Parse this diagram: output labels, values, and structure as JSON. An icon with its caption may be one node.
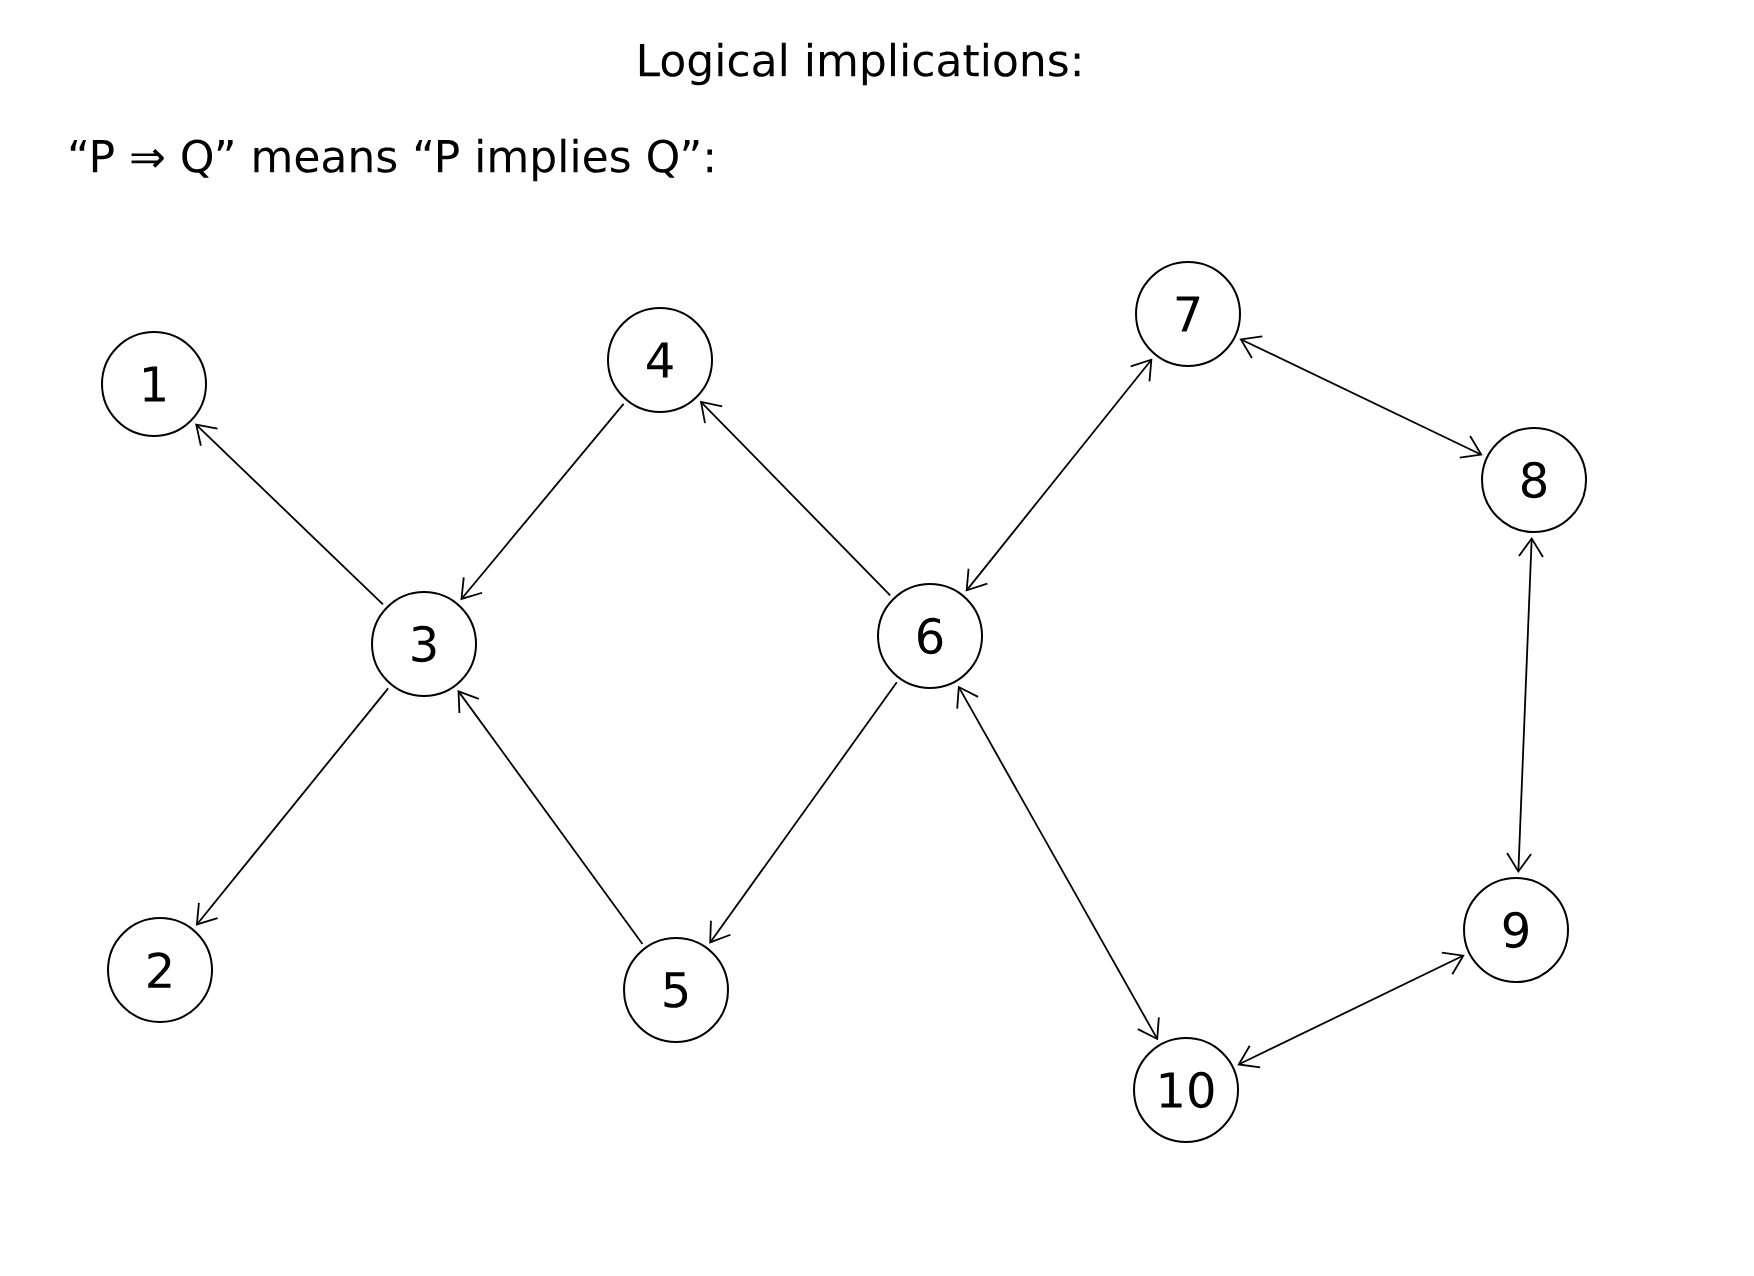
{
  "diagram": {
    "title": "Logical implications:",
    "nodes": [
      {
        "text": [
          "1"
        ]
      },
      {
        "text": [
          "2"
        ]
      },
      {
        "text": [
          "3"
        ]
      },
      {
        "text": [
          "4"
        ]
      },
      {
        "text": [
          "5"
        ]
      },
      {
        "text": [
          "6"
        ]
      },
      {
        "text": [
          "7"
        ]
      },
      {
        "text": [
          "8"
        ]
      },
      {
        "text": [
          "9"
        ]
      },
      {
        "text": [
          "10"
        ]
      }
    ],
    "edges": [
      {
        "from": 2,
        "to": 0,
        "arrow": "to"
      },
      {
        "from": 3,
        "to": 2,
        "arrow": "to"
      },
      {
        "from": 2,
        "to": 1,
        "arrow": "to"
      },
      {
        "from": 4,
        "to": 2,
        "arrow": "to"
      },
      {
        "from": 5,
        "to": 3,
        "arrow": "to"
      },
      {
        "from": 5,
        "to": 4,
        "arrow": "to"
      },
      {
        "from": 5,
        "to": 6,
        "arrow": "both"
      },
      {
        "from": 6,
        "to": 7,
        "arrow": "both"
      },
      {
        "from": 7,
        "to": 8,
        "arrow": "both"
      },
      {
        "from": 8,
        "to": 9,
        "arrow": "both"
      },
      {
        "from": 5,
        "to": 9,
        "arrow": "both"
      }
    ],
    "labels": [
      "“P ⇒ Q” means “P implies Q”:"
    ]
  }
}
